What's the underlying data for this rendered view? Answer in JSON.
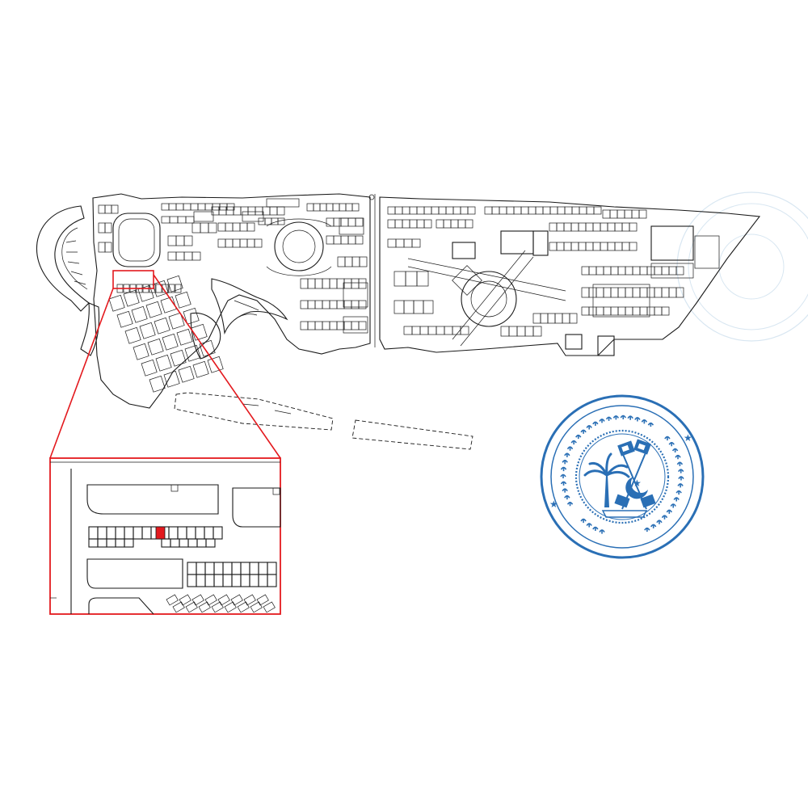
{
  "colors": {
    "line_ink": "#1a1a1a",
    "highlight": "#e3191e",
    "seal_blue": "#2a6fb5",
    "faint_seal": "#d4e4f0",
    "background": "#ffffff"
  },
  "map": {
    "highlighted_plot": "selected-plot",
    "callout": "zoom-inset"
  },
  "seal": {
    "name": "official-stamp",
    "emblem": "palm-crescent-star-emblem"
  }
}
